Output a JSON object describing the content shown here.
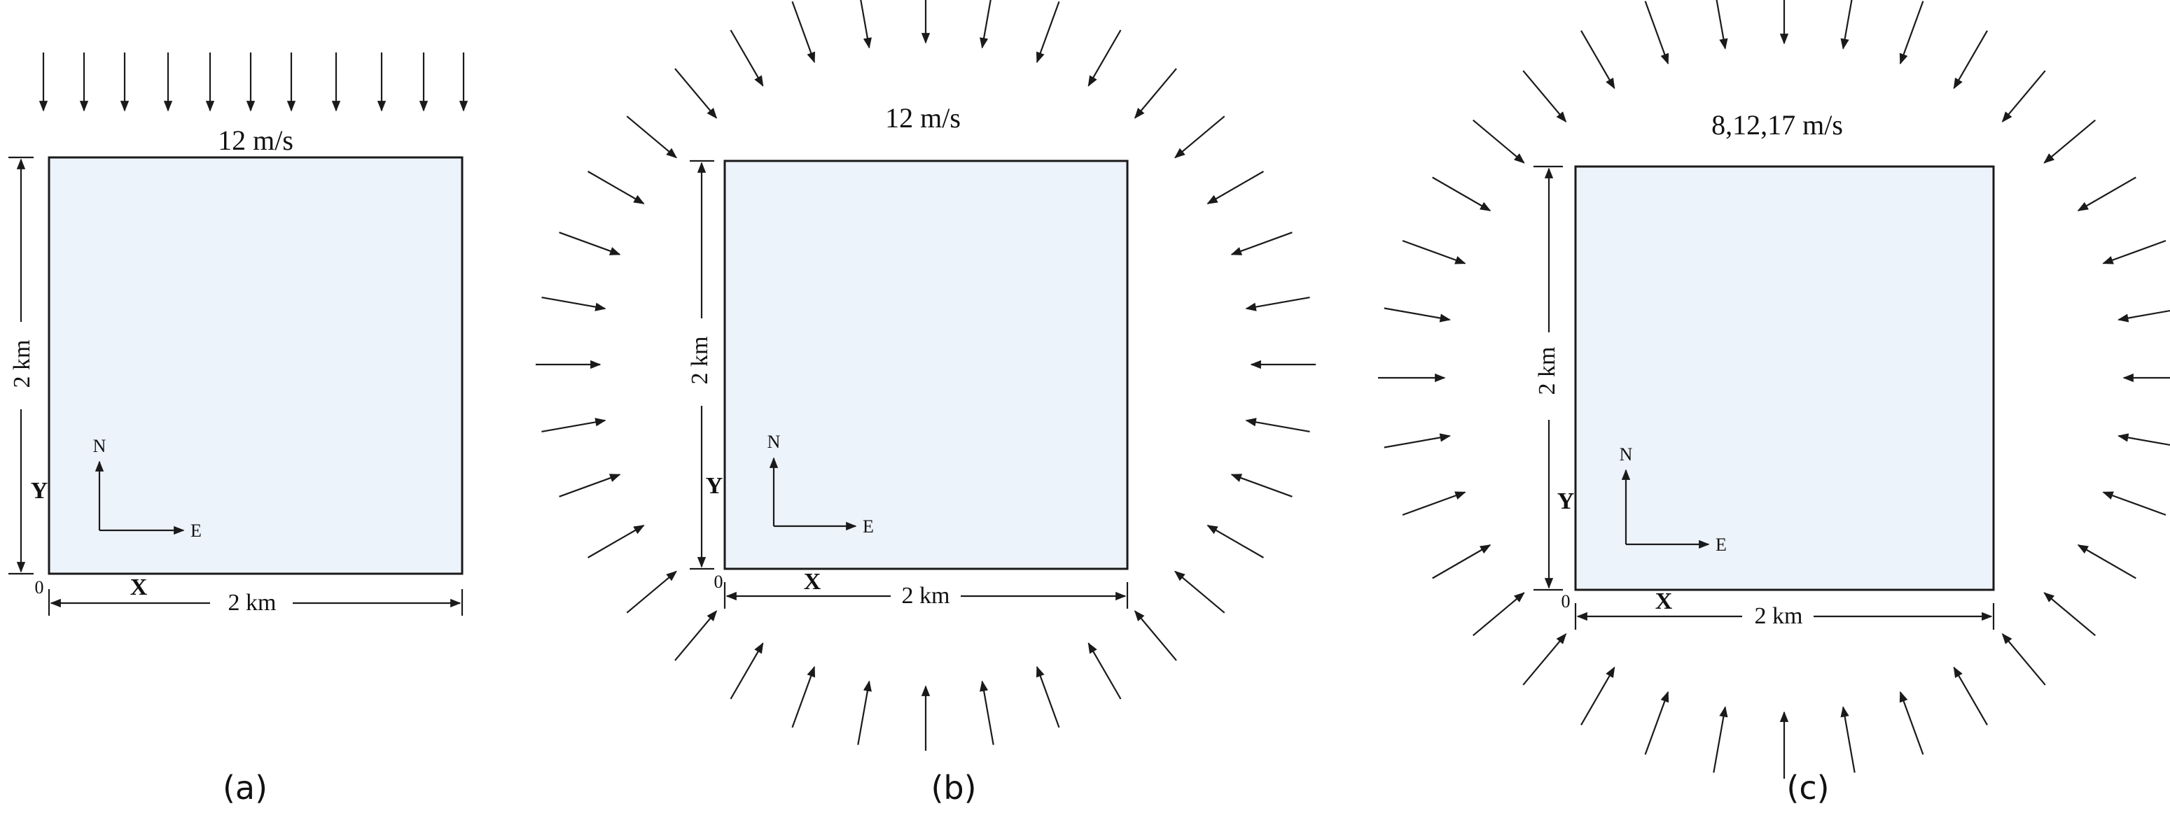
{
  "panels": [
    {
      "id": "a",
      "caption": "(a)",
      "speed_label": "12 m/s",
      "width_label": "2 km",
      "height_label": "2 km",
      "x_axis_label": "X",
      "y_axis_label": "Y",
      "origin_label": "0",
      "north_label": "N",
      "east_label": "E",
      "wind_arrangement": "uniform-from-north"
    },
    {
      "id": "b",
      "caption": "(b)",
      "speed_label": "12 m/s",
      "width_label": "2 km",
      "height_label": "2 km",
      "x_axis_label": "X",
      "y_axis_label": "Y",
      "origin_label": "0",
      "north_label": "N",
      "east_label": "E",
      "wind_arrangement": "radial-all-directions"
    },
    {
      "id": "c",
      "caption": "(c)",
      "speed_label": "8,12,17 m/s",
      "width_label": "2 km",
      "height_label": "2 km",
      "x_axis_label": "X",
      "y_axis_label": "Y",
      "origin_label": "0",
      "north_label": "N",
      "east_label": "E",
      "wind_arrangement": "radial-all-directions"
    }
  ],
  "colors": {
    "domain_fill": "#edf3fa",
    "stroke": "#1a1a1a"
  }
}
